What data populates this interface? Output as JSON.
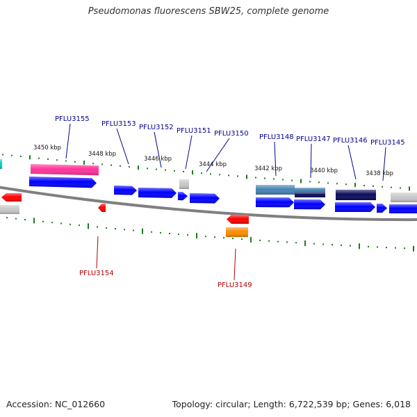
{
  "title": "Pseudomonas fluorescens SBW25, complete genome",
  "footer": {
    "accession": "Accession: NC_012660",
    "topology": "Topology: circular; Length: 6,722,539 bp; Genes: 6,018"
  },
  "colors": {
    "background": "#ffffff",
    "backbone": "#7f7f7f",
    "tick": "#1a7a1a",
    "label_forward": "#00008b",
    "label_reverse": "#b00000",
    "gene_blue": "#0000ff",
    "gene_red": "#ff0000",
    "gene_pink": "#ff3399",
    "gene_orange": "#ff8c00",
    "gene_steel": "#4682b4",
    "gene_navy": "#0a0a5a",
    "gene_cyan": "#00ced1",
    "gene_gray": "#c8c8c8"
  },
  "scale_labels": [
    "3450 kbp",
    "3448 kbp",
    "3446 kbp",
    "3444 kbp",
    "3442 kbp",
    "3440 kbp",
    "3438 kbp"
  ],
  "gene_labels_top": [
    "PFLU3155",
    "PFLU3153",
    "PFLU3152",
    "PFLU3151",
    "PFLU3150",
    "PFLU3148",
    "PFLU3147",
    "PFLU3146",
    "PFLU3145"
  ],
  "gene_labels_bottom": [
    "PFLU3154",
    "PFLU3149"
  ]
}
